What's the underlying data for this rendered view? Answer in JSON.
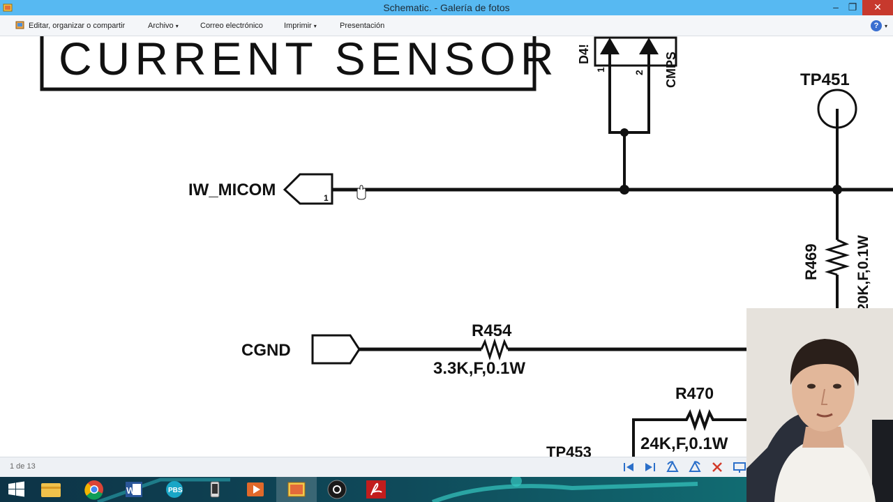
{
  "window": {
    "title": "Schematic. - Galería de fotos",
    "minimize_glyph": "–",
    "restore_glyph": "❐",
    "close_glyph": "✕"
  },
  "menu": {
    "items": [
      {
        "label": "Editar, organizar o compartir",
        "dropdown": false
      },
      {
        "label": "Archivo",
        "dropdown": true
      },
      {
        "label": "Correo electrónico",
        "dropdown": false
      },
      {
        "label": "Imprimir",
        "dropdown": true
      },
      {
        "label": "Presentación",
        "dropdown": false
      }
    ],
    "help_glyph": "?",
    "caret_glyph": "▾"
  },
  "schematic": {
    "heading": "CURRENT SENSOR",
    "net_labels": {
      "iw_micom": "IW_MICOM",
      "cgnd": "CGND"
    },
    "connector_pin": "1",
    "diode": {
      "ref": "D4!",
      "pin1": "1",
      "pin2": "2",
      "net": "CMPS"
    },
    "test_points": {
      "tp451": "TP451",
      "tp453": "TP453"
    },
    "resistors": [
      {
        "ref": "R469",
        "value": "20K,F,0.1W"
      },
      {
        "ref": "R454",
        "value": "3.3K,F,0.1W"
      },
      {
        "ref": "R470",
        "value": "24K,F,0.1W"
      }
    ]
  },
  "statusbar": {
    "counter": "1 de 13",
    "controls": [
      "first-image",
      "next-image",
      "rotate-left",
      "rotate-right",
      "delete",
      "slideshow"
    ]
  },
  "taskbar": {
    "apps": [
      "start",
      "file-explorer",
      "chrome",
      "word",
      "pbs-app",
      "phone-app",
      "presentation-app",
      "photo-gallery",
      "obs",
      "acrobat"
    ],
    "active_app": "photo-gallery"
  },
  "colors": {
    "titlebar": "#57b9f2",
    "close_button": "#c7392d",
    "menubar": "#f4f6f9",
    "statusbar": "#eef1f5",
    "schematic_ink": "#111111",
    "taskbar_start": "#0d3346",
    "taskbar_end": "#127a7c"
  }
}
